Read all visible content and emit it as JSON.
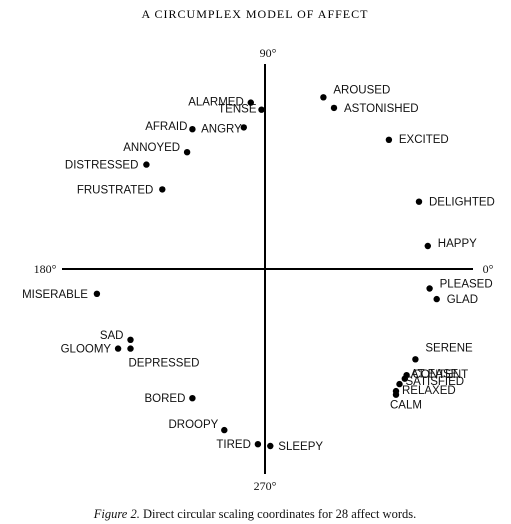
{
  "chart_data": {
    "type": "scatter",
    "title": "A CIRCUMPLEX MODEL OF AFFECT",
    "caption_label": "Figure 2.",
    "caption_text": " Direct circular scaling coordinates for 28 affect words.",
    "axis_labels": {
      "top": "90°",
      "left": "180°",
      "right": "0°",
      "bottom": "270°"
    },
    "xlim": [
      -1.05,
      1.05
    ],
    "ylim": [
      -1.05,
      1.05
    ],
    "grid": false,
    "points": [
      {
        "label": "AROUSED",
        "x": 0.33,
        "y": 0.97
      },
      {
        "label": "ASTONISHED",
        "x": 0.39,
        "y": 0.91
      },
      {
        "label": "EXCITED",
        "x": 0.7,
        "y": 0.73
      },
      {
        "label": "DELIGHTED",
        "x": 0.87,
        "y": 0.38
      },
      {
        "label": "HAPPY",
        "x": 0.92,
        "y": 0.13
      },
      {
        "label": "PLEASED",
        "x": 0.93,
        "y": -0.11
      },
      {
        "label": "GLAD",
        "x": 0.97,
        "y": -0.17
      },
      {
        "label": "SERENE",
        "x": 0.85,
        "y": -0.51
      },
      {
        "label": "CONTENT",
        "x": 0.8,
        "y": -0.6
      },
      {
        "label": "AT EASE",
        "x": 0.79,
        "y": -0.62
      },
      {
        "label": "SATISFIED",
        "x": 0.76,
        "y": -0.65
      },
      {
        "label": "RELAXED",
        "x": 0.74,
        "y": -0.69
      },
      {
        "label": "CALM",
        "x": 0.74,
        "y": -0.71
      },
      {
        "label": "SLEEPY",
        "x": 0.03,
        "y": -1.0
      },
      {
        "label": "TIRED",
        "x": -0.04,
        "y": -0.99
      },
      {
        "label": "DROOPY",
        "x": -0.23,
        "y": -0.91
      },
      {
        "label": "BORED",
        "x": -0.41,
        "y": -0.73
      },
      {
        "label": "DEPRESSED",
        "x": -0.76,
        "y": -0.45
      },
      {
        "label": "SAD",
        "x": -0.76,
        "y": -0.4
      },
      {
        "label": "GLOOMY",
        "x": -0.83,
        "y": -0.45
      },
      {
        "label": "MISERABLE",
        "x": -0.95,
        "y": -0.14
      },
      {
        "label": "FRUSTRATED",
        "x": -0.58,
        "y": 0.45
      },
      {
        "label": "DISTRESSED",
        "x": -0.67,
        "y": 0.59
      },
      {
        "label": "ANNOYED",
        "x": -0.44,
        "y": 0.66
      },
      {
        "label": "AFRAID",
        "x": -0.41,
        "y": 0.79
      },
      {
        "label": "ANGRY",
        "x": -0.12,
        "y": 0.8
      },
      {
        "label": "TENSE",
        "x": -0.02,
        "y": 0.9
      },
      {
        "label": "ALARMED",
        "x": -0.08,
        "y": 0.94
      }
    ]
  }
}
